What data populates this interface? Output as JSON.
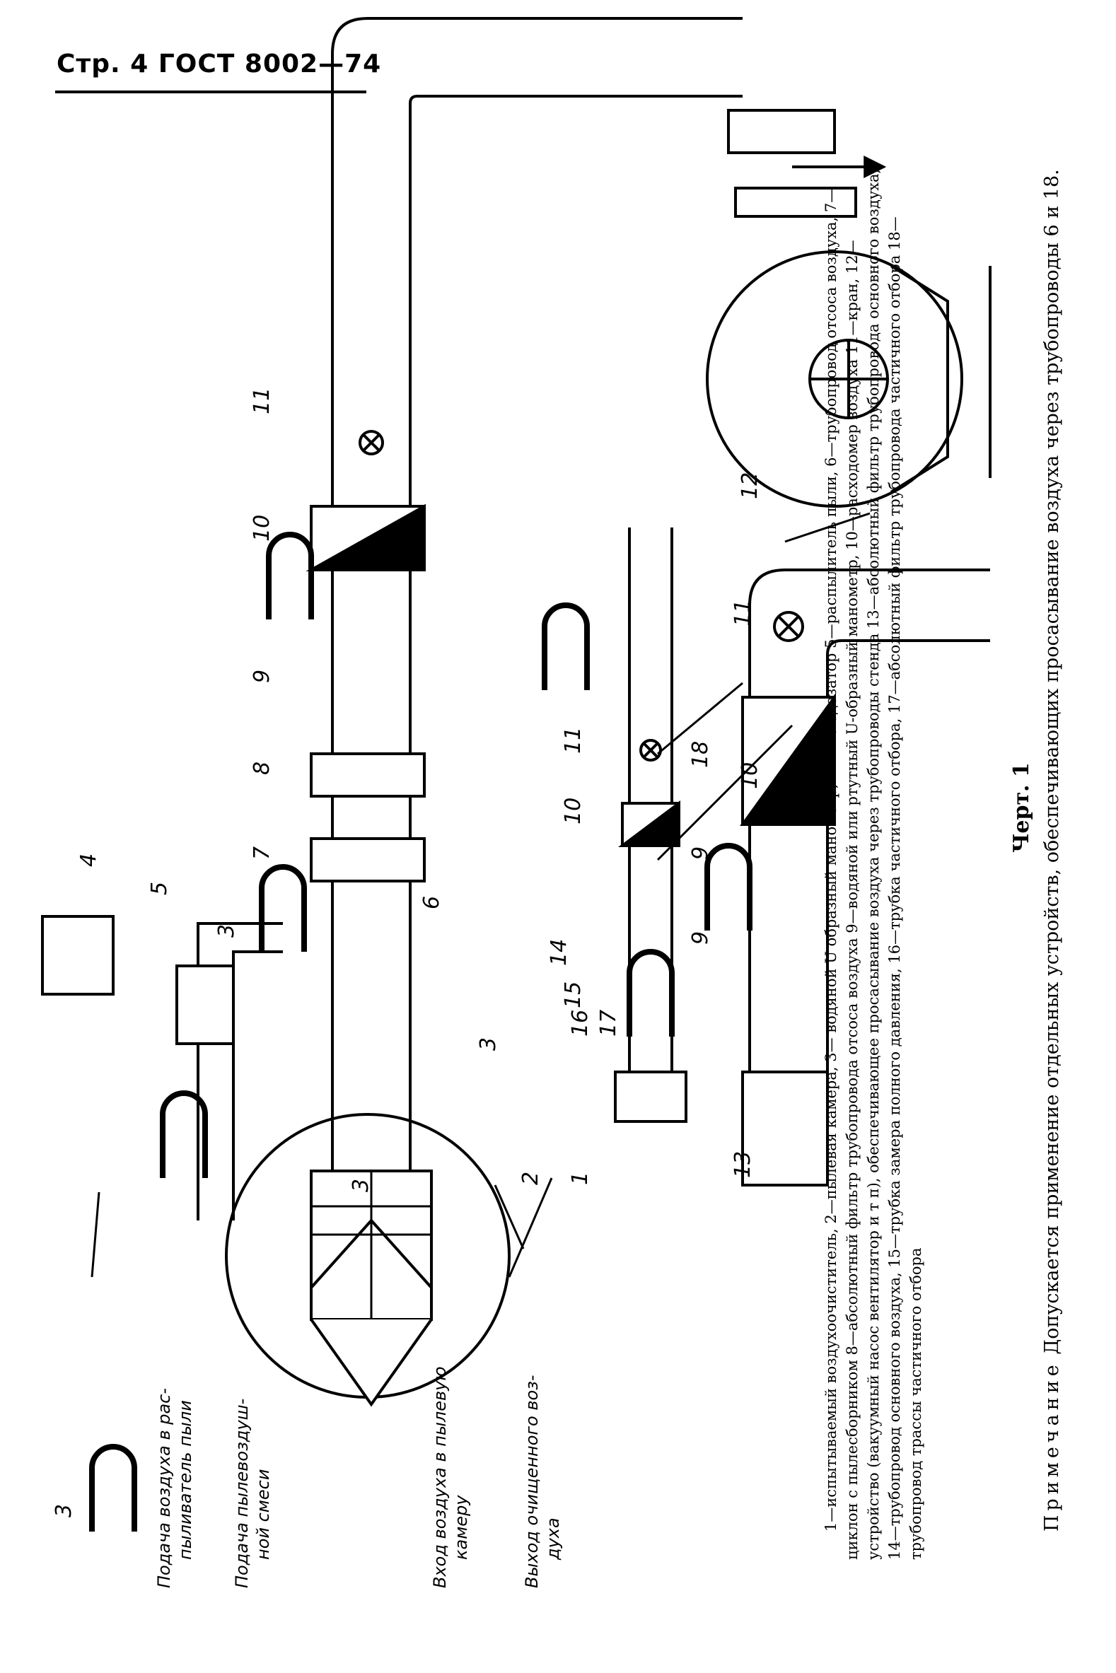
{
  "header": {
    "text": "Стр. 4 ГОСТ 8002—74"
  },
  "figure": {
    "title": "Черт. 1",
    "part_numbers": [
      "1",
      "2",
      "3",
      "3",
      "3",
      "3",
      "4",
      "5",
      "6",
      "7",
      "8",
      "9",
      "9",
      "9",
      "10",
      "10",
      "10",
      "11",
      "11",
      "11",
      "12",
      "13",
      "14",
      "15",
      "16",
      "17",
      "18"
    ],
    "flow_labels": {
      "air_to_duster_1": "Подача воздуха в рас-",
      "air_to_duster_2": "пыливатель пыли",
      "dust_mix_1": "Подача пылевоздуш-",
      "dust_mix_2": "ной смеси",
      "air_in_1": "Вход воздуха в пылевую",
      "air_in_2": "камеру",
      "air_out_1": "Выход очищенного воз-",
      "air_out_2": "духа"
    }
  },
  "legend": {
    "text": "1—испытываемый воздухоочиститель, 2—пылевая камера, 3— водяной U образный манометр, 4—пыледозатор 5—распылитель пыли, 6—трубопровод отсоса воздуха, 7—циклон с пылесборником 8—абсолютный фильтр трубопровода отсоса воздуха 9—водяной или ртутный U-образный манометр, 10—расходомер воздуха 11—кран, 12—устройство (вакуумный насос вентилятор и т п), обеспечивающее просасывание воздуха через трубопроводы стенда 13—абсолютный фильтр трубопровода основного воздуха; 14—трубопровод основного воздуха, 15—трубка замера полного давления, 16—трубка частичного отбора, 17—абсолютный фильтр трубопровода частичного отбора 18—трубопровод трассы частичного отбора"
  },
  "note": {
    "label": "Примечание",
    "text": "Допускается применение отдельных устройств, обеспечивающих просасывание воздуха через трубопроводы 6 и 18."
  }
}
